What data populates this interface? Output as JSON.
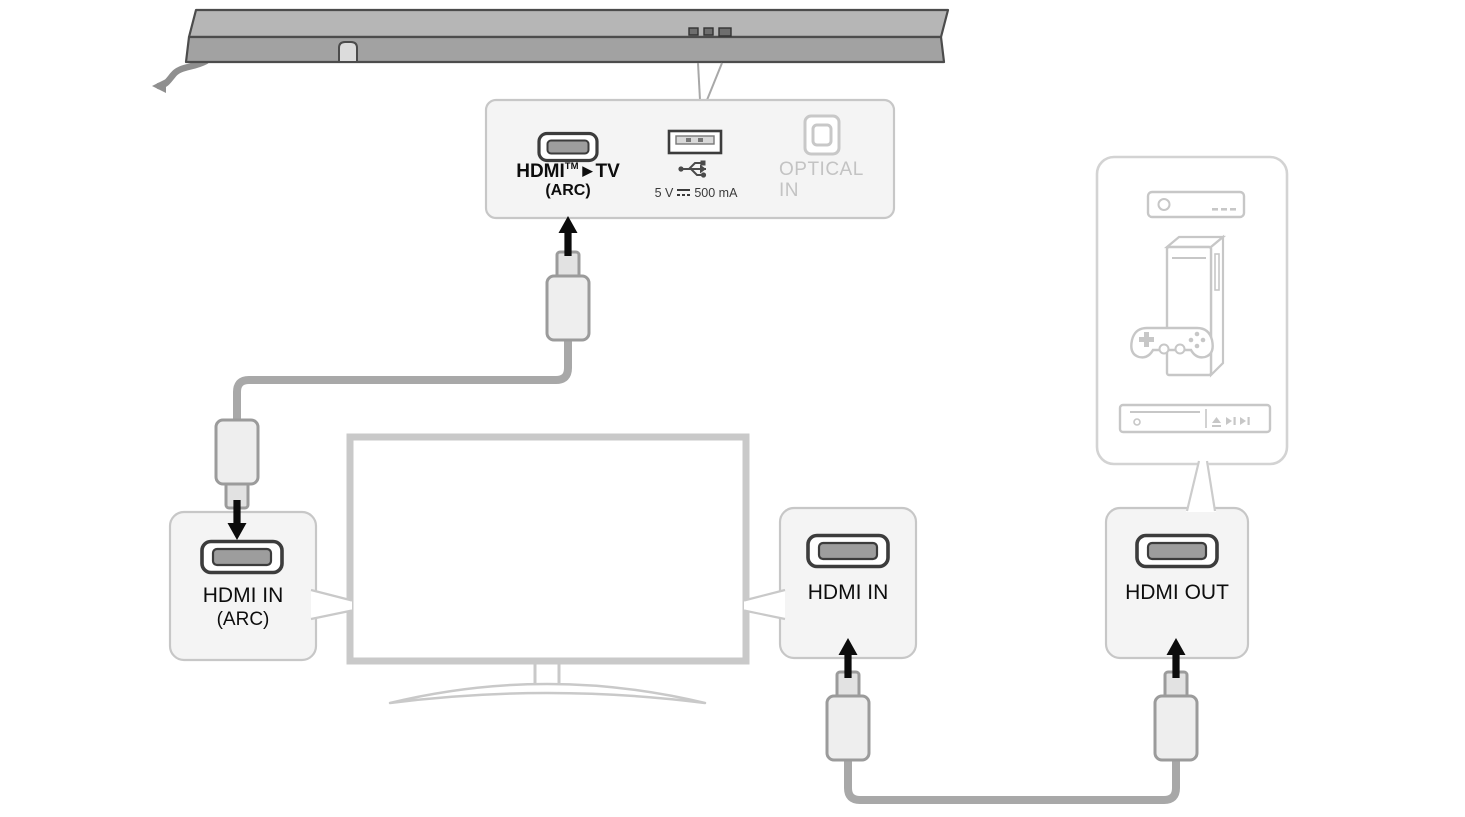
{
  "rear_panel": {
    "hdmi": {
      "brand": "HDMI",
      "tm": "TM",
      "arrow_icon": "▶",
      "target": "TV",
      "sub": "(ARC)"
    },
    "usb": {
      "volts": "5 V",
      "current": "500 mA"
    },
    "optical": {
      "line1": "OPTICAL",
      "line2": "IN"
    }
  },
  "tv": {
    "arc_port": {
      "label": "HDMI IN",
      "sub": "(ARC)"
    },
    "hdmi_in_port": {
      "label": "HDMI IN"
    }
  },
  "external_device": {
    "hdmi_out_port": {
      "label": "HDMI OUT"
    }
  },
  "colors": {
    "cable": "#a8a8a8",
    "arrow": "#0c0c0c",
    "panel_fill": "#f4f4f4",
    "panel_border": "#c7c7c7",
    "disabled_text": "#c3c3c3"
  }
}
